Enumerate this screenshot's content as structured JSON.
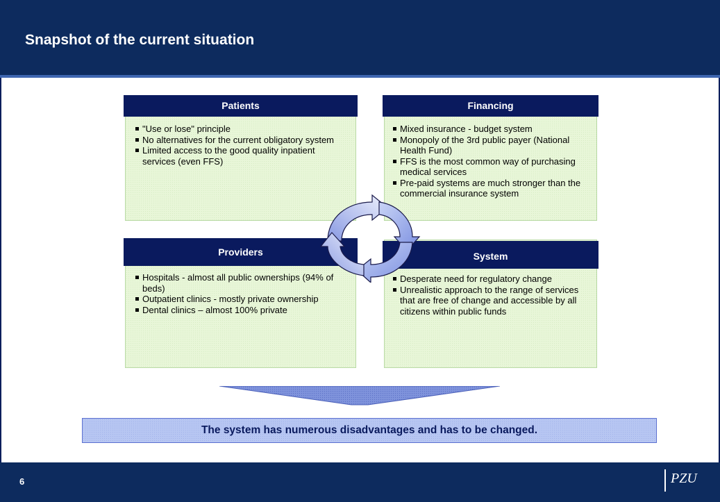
{
  "header": {
    "title": "Snapshot of the current situation"
  },
  "quadrants": {
    "patients": {
      "title": "Patients",
      "bullets": [
        "\"Use or lose\" principle",
        "No alternatives for the current obligatory system",
        "Limited access to the good quality inpatient services (even FFS)"
      ]
    },
    "financing": {
      "title": "Financing",
      "bullets": [
        "Mixed insurance - budget system",
        "Monopoly of the 3rd public payer (National Health Fund)",
        "FFS is the most common way of purchasing medical services",
        "Pre-paid systems are much stronger than the commercial insurance system"
      ]
    },
    "providers": {
      "title": "Providers",
      "bullets": [
        "Hospitals - almost all public ownerships (94% of beds)",
        "Outpatient clinics - mostly private ownership",
        "Dental clinics – almost 100% private"
      ]
    },
    "system": {
      "title": "System",
      "bullets": [
        "Desperate need for regulatory change",
        "Unrealistic approach to the range of services that are free of change and accessible by all citizens within public funds"
      ]
    }
  },
  "conclusion": "The system has numerous disadvantages and has to be changed.",
  "footer": {
    "page_number": "6",
    "logo_text": "PZU"
  },
  "colors": {
    "header_bg": "#0d2b5e",
    "box_head": "#0a1a5e",
    "box_fill": "#e8f6d8",
    "banner_fill": "#b7c6f2",
    "cycle_arrow": "#8da2e6"
  },
  "icons": [
    "cycle-arrows-icon",
    "down-chevron-icon"
  ]
}
